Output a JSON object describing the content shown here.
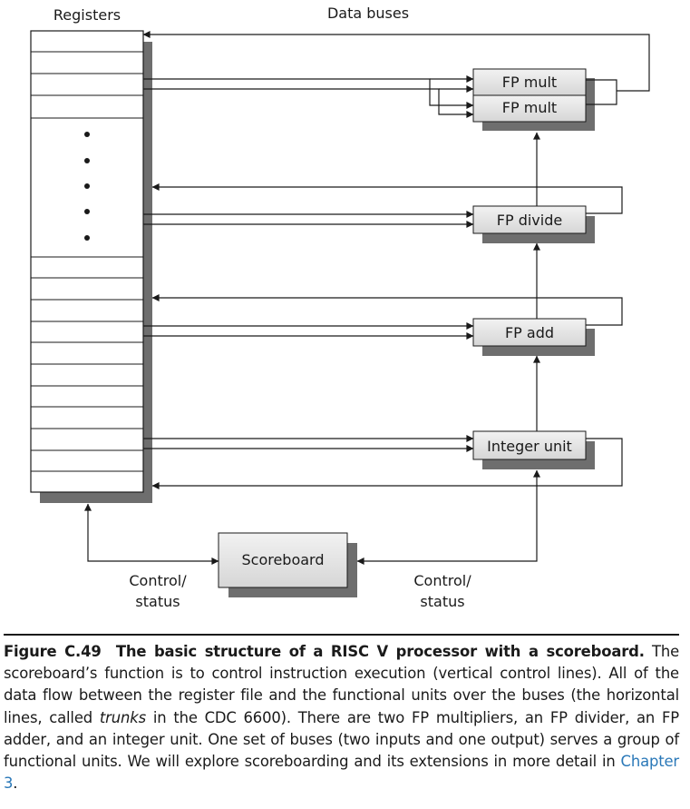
{
  "labels": {
    "registers": "Registers",
    "data_buses": "Data buses",
    "control_status_left_1": "Control/",
    "control_status_left_2": "status",
    "control_status_right_1": "Control/",
    "control_status_right_2": "status"
  },
  "units": {
    "fp_mult_1": "FP mult",
    "fp_mult_2": "FP mult",
    "fp_divide": "FP divide",
    "fp_add": "FP add",
    "integer_unit": "Integer unit",
    "scoreboard": "Scoreboard"
  },
  "caption": {
    "figure_label": "Figure C.49",
    "bold_title": "The basic structure of a RISC V processor with a scoreboard.",
    "text_1": "The scoreboard’s function is to control instruction execution (vertical control lines). All of the data flow between the register file and the functional units over the buses (the horizontal lines, called",
    "italic_term": "trunks",
    "text_2": "in the CDC 6600). There are two FP multipliers, an FP divider, an FP adder, and an integer unit. One set of buses (two inputs and one output) serves a group of functional units. We will explore scoreboarding and its extensions in more detail in",
    "link_text": "Chapter 3",
    "text_end": "."
  },
  "colors": {
    "box_fill": "#e6e6e6",
    "box_shadow": "#6e6e6e",
    "line": "#1a1a1a",
    "link": "#2a78b8"
  }
}
